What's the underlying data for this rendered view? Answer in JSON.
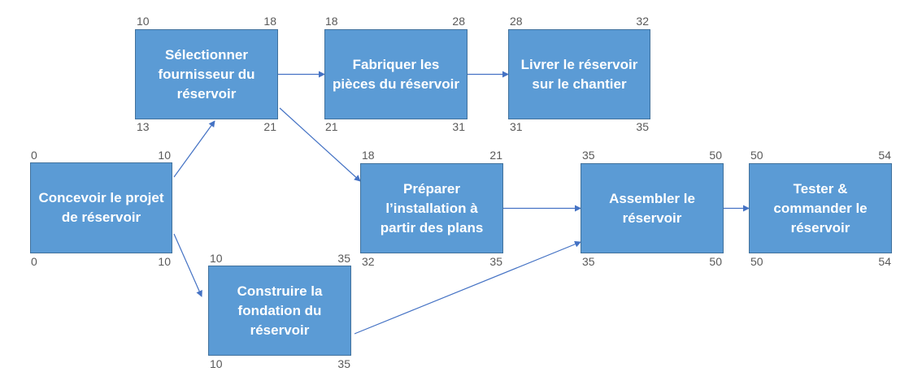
{
  "colors": {
    "node_fill": "#5b9bd5",
    "node_border": "#41719c",
    "arrow": "#4472c4",
    "number_text": "#595959"
  },
  "nodes": [
    {
      "id": "concevoir",
      "label": "Concevoir le projet de réservoir",
      "es": "0",
      "ef": "10",
      "ls": "0",
      "lf": "10"
    },
    {
      "id": "selectionner",
      "label": "Sélectionner fournisseur du réservoir",
      "es": "10",
      "ef": "18",
      "ls": "13",
      "lf": "21"
    },
    {
      "id": "fabriquer",
      "label": "Fabriquer les pièces du réservoir",
      "es": "18",
      "ef": "28",
      "ls": "21",
      "lf": "31"
    },
    {
      "id": "livrer",
      "label": "Livrer le réservoir sur le chantier",
      "es": "28",
      "ef": "32",
      "ls": "31",
      "lf": "35"
    },
    {
      "id": "preparer",
      "label": "Préparer l’installation à partir des plans",
      "es": "18",
      "ef": "21",
      "ls": "32",
      "lf": "35"
    },
    {
      "id": "construire",
      "label": "Construire la fondation du réservoir",
      "es": "10",
      "ef": "35",
      "ls": "10",
      "lf": "35"
    },
    {
      "id": "assembler",
      "label": "Assembler le réservoir",
      "es": "35",
      "ef": "50",
      "ls": "35",
      "lf": "50"
    },
    {
      "id": "tester",
      "label": "Tester & commander le réservoir",
      "es": "50",
      "ef": "54",
      "ls": "50",
      "lf": "54"
    }
  ],
  "edges": [
    {
      "from": "concevoir",
      "to": "selectionner"
    },
    {
      "from": "concevoir",
      "to": "construire"
    },
    {
      "from": "selectionner",
      "to": "fabriquer"
    },
    {
      "from": "selectionner",
      "to": "preparer"
    },
    {
      "from": "fabriquer",
      "to": "livrer"
    },
    {
      "from": "preparer",
      "to": "assembler"
    },
    {
      "from": "construire",
      "to": "assembler"
    },
    {
      "from": "assembler",
      "to": "tester"
    }
  ]
}
